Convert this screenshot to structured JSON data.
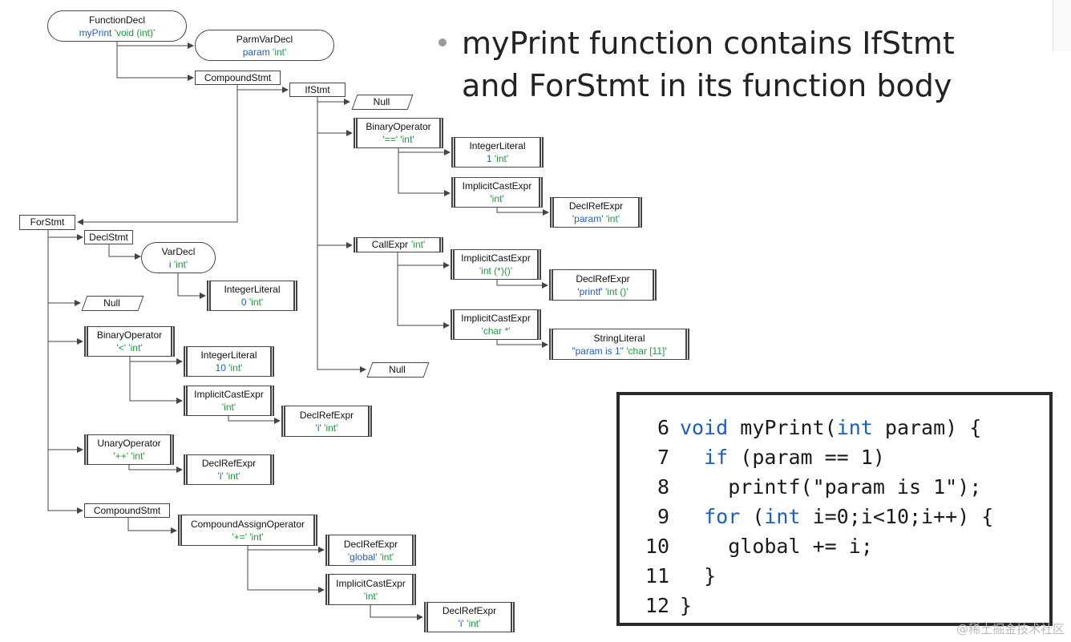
{
  "bullet": {
    "text": "myPrint function contains IfStmt and ForStmt in its function body"
  },
  "code": {
    "lines": [
      {
        "num": "6",
        "indent": "",
        "parts": [
          {
            "t": "void",
            "kw": true
          },
          {
            "t": " myPrint("
          },
          {
            "t": "int",
            "kw": true
          },
          {
            "t": " param) {"
          }
        ]
      },
      {
        "num": "7",
        "indent": "  ",
        "parts": [
          {
            "t": "if",
            "kw": true
          },
          {
            "t": " (param == 1)"
          }
        ]
      },
      {
        "num": "8",
        "indent": "    ",
        "parts": [
          {
            "t": "printf(\"param is 1\");"
          }
        ]
      },
      {
        "num": "9",
        "indent": "  ",
        "parts": [
          {
            "t": "for",
            "kw": true
          },
          {
            "t": " ("
          },
          {
            "t": "int",
            "kw": true
          },
          {
            "t": " i=0;i<10;i++) {"
          }
        ]
      },
      {
        "num": "10",
        "indent": "    ",
        "parts": [
          {
            "t": "global += i;"
          }
        ]
      },
      {
        "num": "11",
        "indent": "  ",
        "parts": [
          {
            "t": "}"
          }
        ]
      },
      {
        "num": "12",
        "indent": "",
        "parts": [
          {
            "t": "}"
          }
        ]
      }
    ]
  },
  "watermark": "@稀土掘金技术社区",
  "colors": {
    "type_green": "#1a9a3c",
    "name_blue": "#1f5fbf",
    "keyword_blue": "#1a5fc0"
  },
  "nodes": {
    "functiondecl": {
      "label": "FunctionDecl",
      "sub_blue": "myPrint",
      "sub": "'void (int)'"
    },
    "parmvardecl": {
      "label": "ParmVarDecl",
      "sub_blue": "param",
      "sub": "'int'"
    },
    "compound_top": {
      "label": "CompoundStmt"
    },
    "ifstmt": {
      "label": "IfStmt"
    },
    "null_if": {
      "label": "Null"
    },
    "bin_eq": {
      "label": "BinaryOperator",
      "sub": "'==' 'int'"
    },
    "intlit_1": {
      "label": "IntegerLiteral",
      "sub_blue": "1",
      "sub": "'int'"
    },
    "ice_param": {
      "label": "ImplicitCastExpr",
      "sub": "'int'"
    },
    "dre_param": {
      "label": "DeclRefExpr",
      "sub_blue": "'param'",
      "sub": "'int'"
    },
    "callexpr": {
      "label": "CallExpr",
      "sub": "'int'"
    },
    "ice_printf": {
      "label": "ImplicitCastExpr",
      "sub": "'int (*)()'"
    },
    "dre_printf": {
      "label": "DeclRefExpr",
      "sub_blue": "'printf'",
      "sub": "'int ()'"
    },
    "ice_char": {
      "label": "ImplicitCastExpr",
      "sub": "'char *'"
    },
    "strlit": {
      "label": "StringLiteral",
      "sub_blue": "\"param is 1\"",
      "sub": "'char [11]'"
    },
    "null_else": {
      "label": "Null"
    },
    "forstmt": {
      "label": "ForStmt"
    },
    "declstmt": {
      "label": "DeclStmt"
    },
    "vardecl": {
      "label": "VarDecl",
      "sub_blue": "i",
      "sub": "'int'"
    },
    "intlit_0": {
      "label": "IntegerLiteral",
      "sub_blue": "0",
      "sub": "'int'"
    },
    "null_for": {
      "label": "Null"
    },
    "bin_lt": {
      "label": "BinaryOperator",
      "sub": "'<' 'int'"
    },
    "intlit_10": {
      "label": "IntegerLiteral",
      "sub_blue": "10",
      "sub": "'int'"
    },
    "ice_i": {
      "label": "ImplicitCastExpr",
      "sub": "'int'"
    },
    "dre_i1": {
      "label": "DeclRefExpr",
      "sub_blue": "'i'",
      "sub": "'int'"
    },
    "unary": {
      "label": "UnaryOperator",
      "sub": "'++' 'int'"
    },
    "dre_i2": {
      "label": "DeclRefExpr",
      "sub_blue": "'i'",
      "sub": "'int'"
    },
    "compound_for": {
      "label": "CompoundStmt"
    },
    "cao": {
      "label": "CompoundAssignOperator",
      "sub": "'+=' 'int'"
    },
    "dre_global": {
      "label": "DeclRefExpr",
      "sub_blue": "'global'",
      "sub": "'int'"
    },
    "ice_i3": {
      "label": "ImplicitCastExpr",
      "sub": "'int'"
    },
    "dre_i3": {
      "label": "DeclRefExpr",
      "sub_blue": "'i'",
      "sub": "'int'"
    }
  }
}
